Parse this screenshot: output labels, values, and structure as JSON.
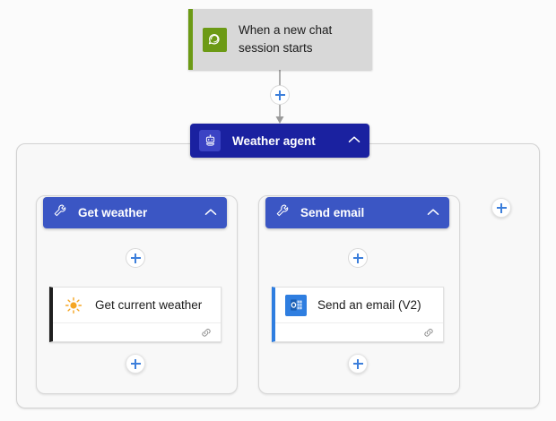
{
  "canvas": {
    "background": "#fbfbfb"
  },
  "trigger": {
    "label": "When a new chat session starts",
    "icon": "chat-bubble-icon",
    "accent_color": "#6c9a15",
    "background": "#d8d8d8"
  },
  "agent": {
    "label": "Weather agent",
    "icon": "robot-icon",
    "collapse_icon": "chevron-up-icon",
    "color": "#1a21a0"
  },
  "tools": [
    {
      "label": "Get weather",
      "icon": "wrench-icon",
      "collapse_icon": "chevron-up-icon",
      "color": "#3b56c4",
      "action": {
        "label": "Get current weather",
        "icon": "sun-icon",
        "accent_color": "#1f1f1f",
        "badge_icon": "link-icon"
      }
    },
    {
      "label": "Send email",
      "icon": "wrench-icon",
      "collapse_icon": "chevron-up-icon",
      "color": "#3b56c4",
      "action": {
        "label": "Send an email (V2)",
        "icon": "outlook-icon",
        "accent_color": "#2f7ee0",
        "badge_icon": "link-icon"
      }
    }
  ],
  "add_buttons": [
    {
      "name": "add-step-after-trigger",
      "icon": "plus-icon"
    },
    {
      "name": "add-step-get-weather-top",
      "icon": "plus-icon"
    },
    {
      "name": "add-step-send-email-top",
      "icon": "plus-icon"
    },
    {
      "name": "add-step-get-weather-bottom",
      "icon": "plus-icon"
    },
    {
      "name": "add-step-send-email-bottom",
      "icon": "plus-icon"
    },
    {
      "name": "add-tool",
      "icon": "plus-icon"
    }
  ],
  "accent": "#3d7fdb"
}
